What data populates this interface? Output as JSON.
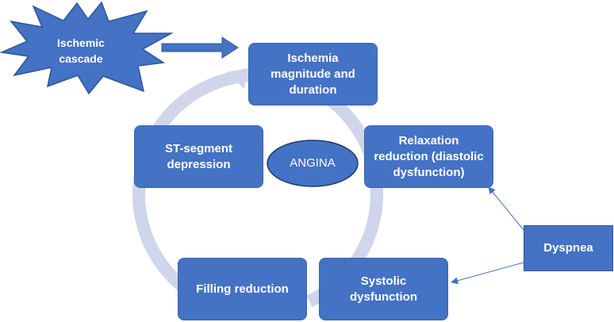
{
  "nodes": {
    "ischemic_cascade": "Ischemic\ncascade",
    "ischemia": "Ischemia\nmagnitude and\nduration",
    "relaxation": "Relaxation\nreduction (diastolic\ndysfunction)",
    "systolic": "Systolic\ndysfunction",
    "filling": "Filling reduction",
    "st_segment": "ST-segment\ndepression",
    "angina": "ANGINA",
    "dyspnea": "Dyspnea"
  },
  "colors": {
    "box_fill": "#4472c4",
    "box_border": "#2f5597",
    "cycle_arrow": "#cfd5ea",
    "connector": "#4472c4"
  }
}
